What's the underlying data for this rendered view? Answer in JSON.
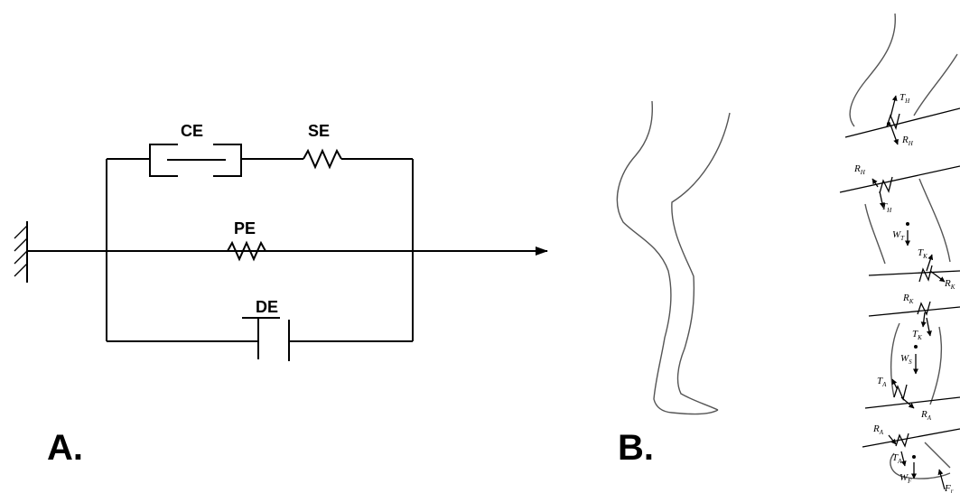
{
  "panels": {
    "a": {
      "label": "A."
    },
    "b": {
      "label": "B."
    }
  },
  "circuit": {
    "ce_label": "CE",
    "se_label": "SE",
    "pe_label": "PE",
    "de_label": "DE"
  },
  "freebody": {
    "labels": {
      "t_h_top": "T",
      "t_h_top_sub": "H",
      "r_h_top": "R",
      "r_h_top_sub": "H",
      "r_h_thigh": "R",
      "r_h_thigh_sub": "H",
      "t_h_thigh": "T",
      "t_h_thigh_sub": "H",
      "w_t": "W",
      "w_t_sub": "T",
      "t_k_thigh": "T",
      "t_k_thigh_sub": "K",
      "r_k_thigh": "R",
      "r_k_thigh_sub": "K",
      "r_k_shank": "R",
      "r_k_shank_sub": "K",
      "t_k_shank": "T",
      "t_k_shank_sub": "K",
      "w_s": "W",
      "w_s_sub": "S",
      "t_a_shank": "T",
      "t_a_shank_sub": "A",
      "r_a_shank": "R",
      "r_a_shank_sub": "A",
      "r_a_foot": "R",
      "r_a_foot_sub": "A",
      "t_a_foot": "T",
      "t_a_foot_sub": "A",
      "w_f": "W",
      "w_f_sub": "F",
      "f_ground": "F",
      "f_ground_sub": "r"
    }
  }
}
